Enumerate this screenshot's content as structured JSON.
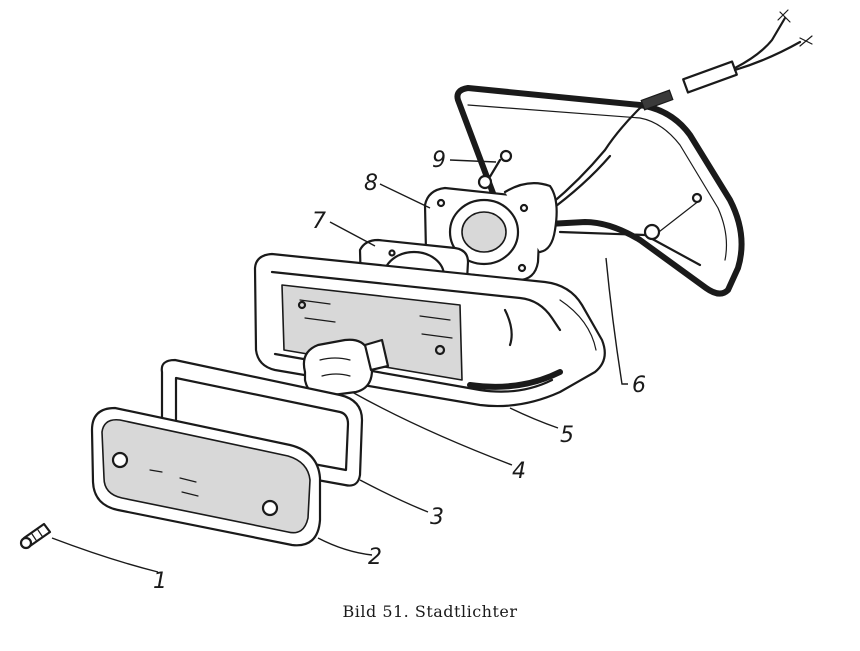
{
  "caption": "Bild 51. Stadtlichter",
  "labels": [
    "1",
    "2",
    "3",
    "4",
    "5",
    "6",
    "7",
    "8",
    "9"
  ]
}
